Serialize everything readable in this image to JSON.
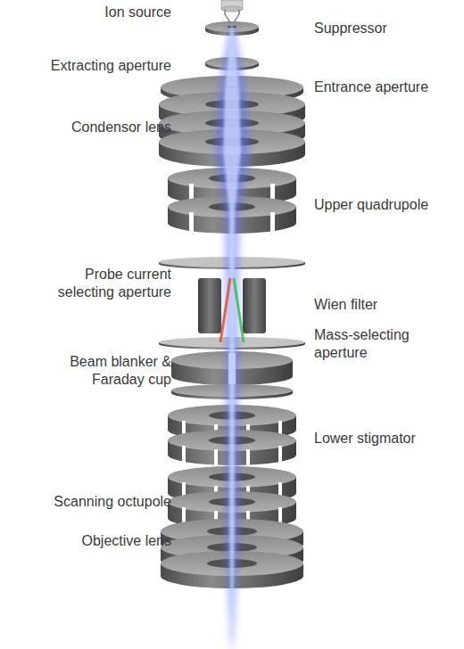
{
  "diagram": {
    "labels": [
      "Ion source",
      "Suppressor",
      "Extracting aperture",
      "Entrance aperture",
      "Condensor lens",
      "Upper quadrupole",
      "Probe current selecting aperture",
      "Wien filter",
      "Mass-selecting aperture",
      "Beam blanker & Faraday cup",
      "Lower stigmator",
      "Scanning octupole",
      "Objective lens"
    ]
  }
}
